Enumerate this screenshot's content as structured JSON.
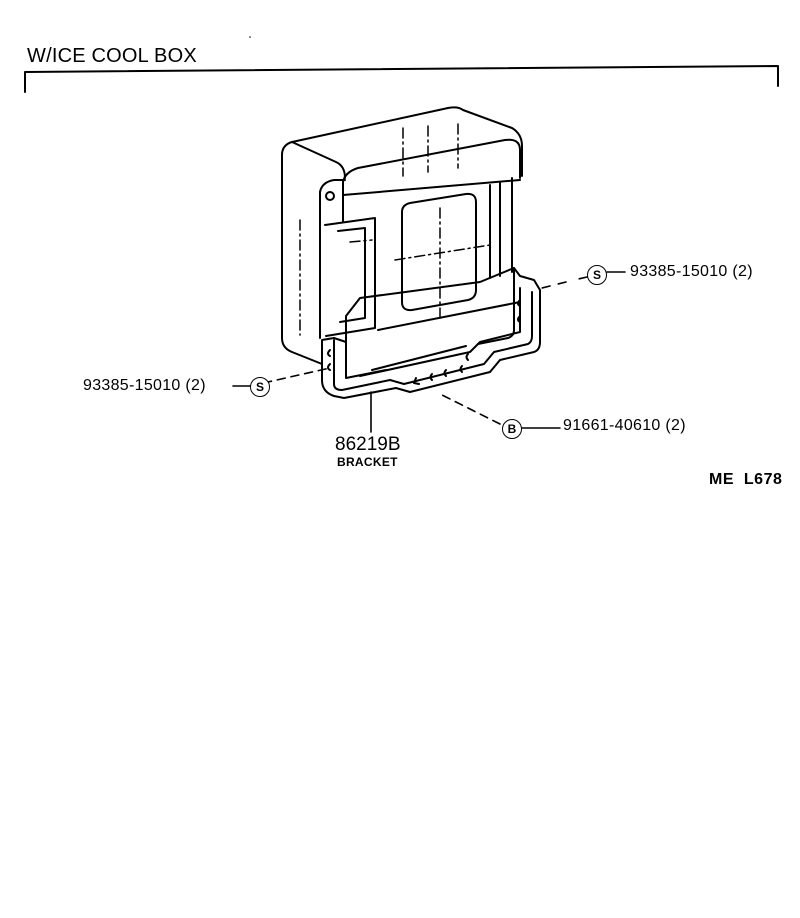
{
  "header": {
    "title": "W/ICE COOL BOX"
  },
  "callouts": {
    "screw_right": {
      "symbol": "S",
      "part_number": "93385-15010",
      "qty": "(2)"
    },
    "screw_left": {
      "symbol": "S",
      "part_number": "93385-15010",
      "qty": "(2)"
    },
    "bolt": {
      "symbol": "B",
      "part_number": "91661-40610",
      "qty": "(2)"
    }
  },
  "bracket": {
    "part_number": "86219B",
    "name": "BRACKET"
  },
  "drawing_code": "ME  L678"
}
